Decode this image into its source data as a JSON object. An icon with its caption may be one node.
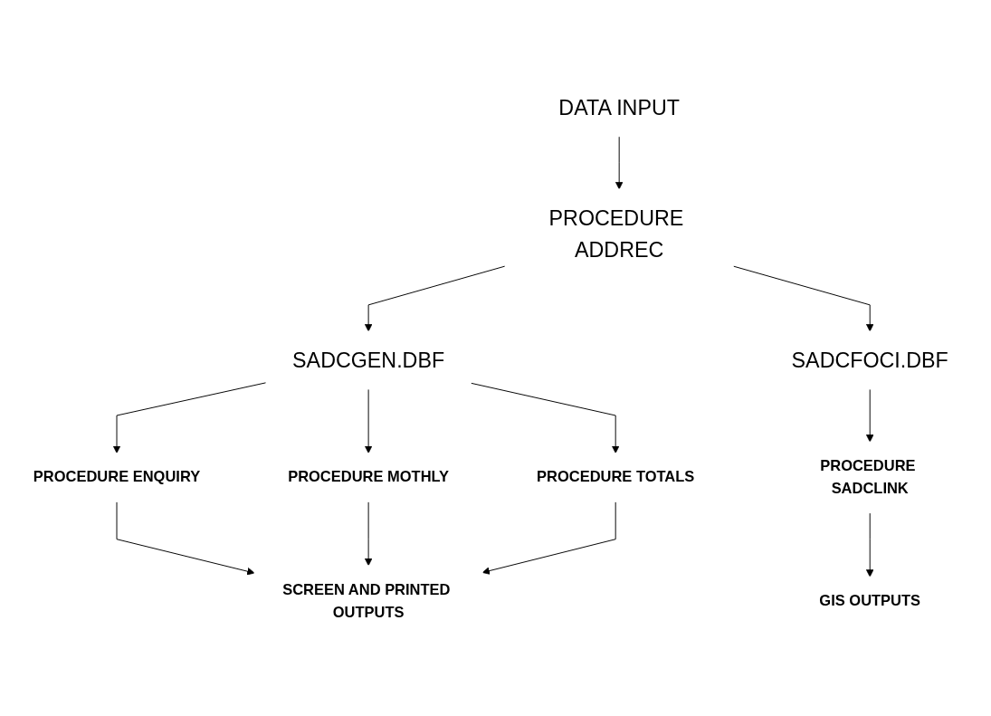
{
  "diagram": {
    "nodes": [
      {
        "text": [
          "DATA INPUT"
        ]
      },
      {
        "text": [
          "PROCEDURE ADDREC"
        ]
      },
      {
        "text": [
          "SADCGEN.DBF"
        ]
      },
      {
        "text": [
          "SADCFOCI.DBF"
        ]
      },
      {
        "text": [
          "PROCEDURE ENQUIRY"
        ]
      },
      {
        "text": [
          "PROCEDURE MOTHLY"
        ]
      },
      {
        "text": [
          "PROCEDURE TOTALS"
        ]
      },
      {
        "text": [
          "PROCEDURE SADCLINK"
        ]
      },
      {
        "text": [
          "SCREEN AND PRINTED OUTPUTS"
        ]
      },
      {
        "text": [
          "GIS OUTPUTS"
        ]
      }
    ],
    "edges": [
      {
        "from": 0,
        "to": 1,
        "arrow": "to"
      },
      {
        "from": 1,
        "to": 2,
        "arrow": "to"
      },
      {
        "from": 1,
        "to": 3,
        "arrow": "to"
      },
      {
        "from": 2,
        "to": 4,
        "arrow": "to"
      },
      {
        "from": 2,
        "to": 5,
        "arrow": "to"
      },
      {
        "from": 2,
        "to": 6,
        "arrow": "to"
      },
      {
        "from": 3,
        "to": 7,
        "arrow": "to"
      },
      {
        "from": 4,
        "to": 8,
        "arrow": "to"
      },
      {
        "from": 5,
        "to": 8,
        "arrow": "to"
      },
      {
        "from": 6,
        "to": 8,
        "arrow": "to"
      },
      {
        "from": 7,
        "to": 9,
        "arrow": "to"
      }
    ]
  }
}
